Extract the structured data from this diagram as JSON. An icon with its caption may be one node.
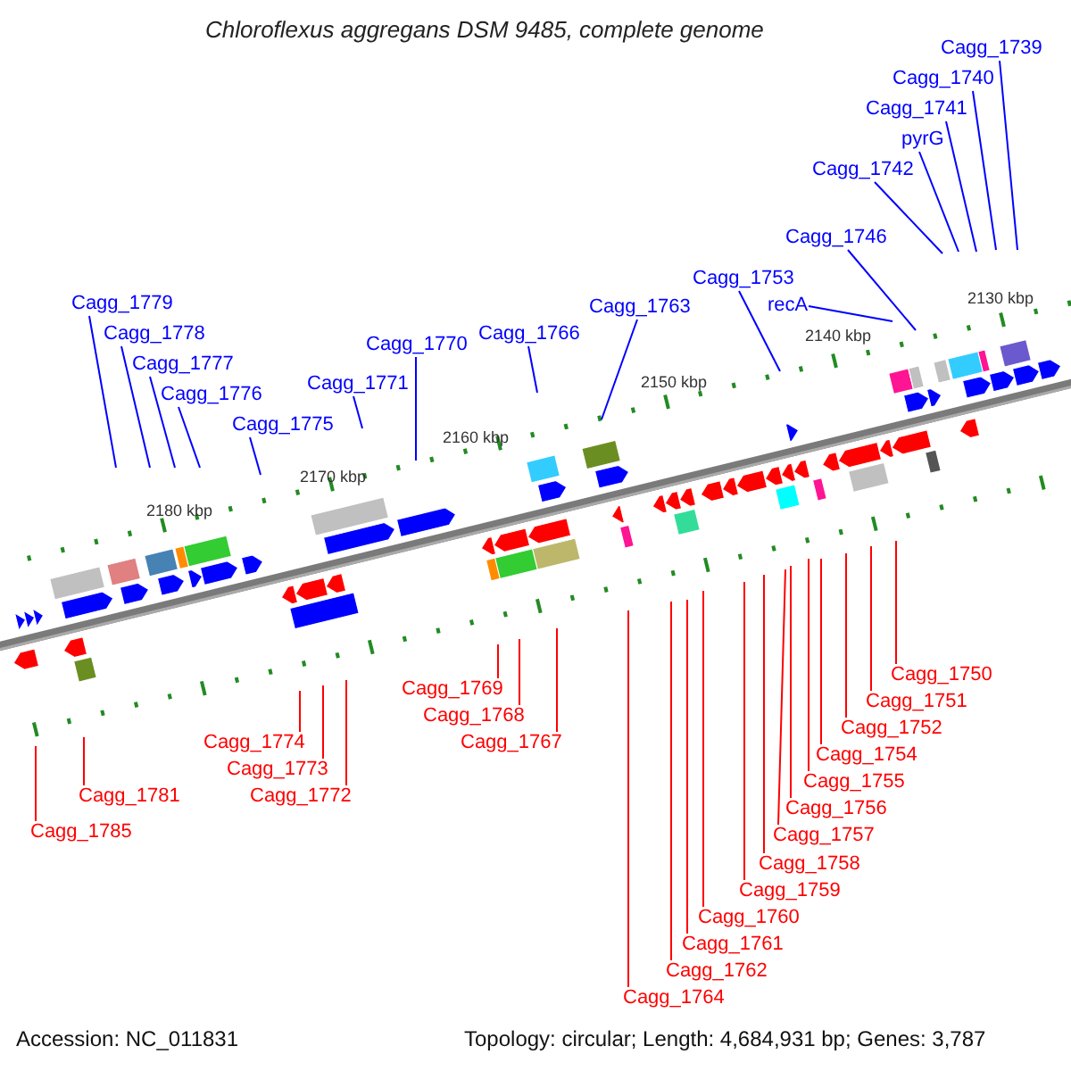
{
  "diagram": {
    "title": "Chloroflexus aggregans DSM 9485, complete genome",
    "nodes": [
      {
        "text": [
          "Cagg_1739"
        ]
      },
      {
        "text": [
          "Cagg_1740"
        ]
      },
      {
        "text": [
          "Cagg_1741"
        ]
      },
      {
        "text": [
          "pyrG"
        ]
      },
      {
        "text": [
          "Cagg_1742"
        ]
      },
      {
        "text": [
          "Cagg_1746"
        ]
      },
      {
        "text": [
          "Cagg_1753"
        ]
      },
      {
        "text": [
          "Cagg_1779"
        ]
      },
      {
        "text": [
          "recA"
        ]
      },
      {
        "text": [
          "Cagg_1763"
        ]
      },
      {
        "text": [
          "Cagg_1778"
        ]
      },
      {
        "text": [
          "Cagg_1766"
        ]
      },
      {
        "text": [
          "Cagg_1770"
        ]
      },
      {
        "text": [
          "Cagg_1777"
        ]
      },
      {
        "text": [
          "Cagg_1771"
        ]
      },
      {
        "text": [
          "Cagg_1776"
        ]
      },
      {
        "text": [
          "Cagg_1775"
        ]
      },
      {
        "text": [
          "Cagg_1750"
        ]
      },
      {
        "text": [
          "Cagg_1769"
        ]
      },
      {
        "text": [
          "Cagg_1751"
        ]
      },
      {
        "text": [
          "Cagg_1768"
        ]
      },
      {
        "text": [
          "Cagg_1752"
        ]
      },
      {
        "text": [
          "Cagg_1767"
        ]
      },
      {
        "text": [
          "Cagg_1774"
        ]
      },
      {
        "text": [
          "Cagg_1754"
        ]
      },
      {
        "text": [
          "Cagg_1773"
        ]
      },
      {
        "text": [
          "Cagg_1755"
        ]
      },
      {
        "text": [
          "Cagg_1772"
        ]
      },
      {
        "text": [
          "Cagg_1781"
        ]
      },
      {
        "text": [
          "Cagg_1756"
        ]
      },
      {
        "text": [
          "Cagg_1785"
        ]
      },
      {
        "text": [
          "Cagg_1757"
        ]
      },
      {
        "text": [
          "Cagg_1758"
        ]
      },
      {
        "text": [
          "Cagg_1759"
        ]
      },
      {
        "text": [
          "Cagg_1760"
        ]
      },
      {
        "text": [
          "Cagg_1761"
        ]
      },
      {
        "text": [
          "Cagg_1762"
        ]
      },
      {
        "text": [
          "Cagg_1764"
        ]
      }
    ],
    "edges": [
      {
        "from": 0,
        "to": null,
        "arrow": "none",
        "color": "#0000ff"
      },
      {
        "from": 1,
        "to": null,
        "arrow": "none",
        "color": "#0000ff"
      },
      {
        "from": 2,
        "to": null,
        "arrow": "none",
        "color": "#0000ff"
      },
      {
        "from": 3,
        "to": null,
        "arrow": "none",
        "color": "#0000ff"
      },
      {
        "from": 4,
        "to": null,
        "arrow": "none",
        "color": "#0000ff"
      },
      {
        "from": 5,
        "to": null,
        "arrow": "none",
        "color": "#0000ff"
      },
      {
        "from": 6,
        "to": null,
        "arrow": "none",
        "color": "#0000ff"
      },
      {
        "from": 7,
        "to": null,
        "arrow": "none",
        "color": "#0000ff"
      },
      {
        "from": 8,
        "to": null,
        "arrow": "none",
        "color": "#0000ff"
      },
      {
        "from": 9,
        "to": null,
        "arrow": "none",
        "color": "#0000ff"
      },
      {
        "from": 10,
        "to": null,
        "arrow": "none",
        "color": "#0000ff"
      },
      {
        "from": 11,
        "to": null,
        "arrow": "none",
        "color": "#0000ff"
      },
      {
        "from": 12,
        "to": null,
        "arrow": "none",
        "color": "#0000ff"
      },
      {
        "from": 13,
        "to": null,
        "arrow": "none",
        "color": "#0000ff"
      },
      {
        "from": 14,
        "to": null,
        "arrow": "none",
        "color": "#0000ff"
      },
      {
        "from": 15,
        "to": null,
        "arrow": "none",
        "color": "#0000ff"
      },
      {
        "from": 16,
        "to": null,
        "arrow": "none",
        "color": "#0000ff"
      },
      {
        "from": 17,
        "to": null,
        "arrow": "none"
      },
      {
        "from": 18,
        "to": null,
        "arrow": "none"
      },
      {
        "from": 19,
        "to": null,
        "arrow": "none"
      },
      {
        "from": 20,
        "to": null,
        "arrow": "none"
      },
      {
        "from": 21,
        "to": null,
        "arrow": "none"
      },
      {
        "from": 22,
        "to": null,
        "arrow": "none"
      },
      {
        "from": 23,
        "to": null,
        "arrow": "none"
      },
      {
        "from": 24,
        "to": null,
        "arrow": "none"
      },
      {
        "from": 25,
        "to": null,
        "arrow": "none"
      },
      {
        "from": 26,
        "to": null,
        "arrow": "none"
      },
      {
        "from": 27,
        "to": null,
        "arrow": "none"
      },
      {
        "from": 28,
        "to": null,
        "arrow": "none"
      },
      {
        "from": 29,
        "to": null,
        "arrow": "none"
      },
      {
        "from": 30,
        "to": null,
        "arrow": "none"
      },
      {
        "from": 31,
        "to": null,
        "arrow": "none"
      },
      {
        "from": 32,
        "to": null,
        "arrow": "none"
      },
      {
        "from": 33,
        "to": null,
        "arrow": "none"
      },
      {
        "from": 34,
        "to": null,
        "arrow": "none"
      },
      {
        "from": 35,
        "to": null,
        "arrow": "none"
      },
      {
        "from": 36,
        "to": null,
        "arrow": "none"
      },
      {
        "from": 37,
        "to": null,
        "arrow": "none"
      }
    ],
    "labels": [
      "2130 kbp",
      "2140 kbp",
      "2150 kbp",
      "2160 kbp",
      "2170 kbp",
      "2180 kbp",
      "Accession: NC_011831",
      "Topology: circular; Length: 4,684,931 bp; Genes: 3,787"
    ]
  }
}
